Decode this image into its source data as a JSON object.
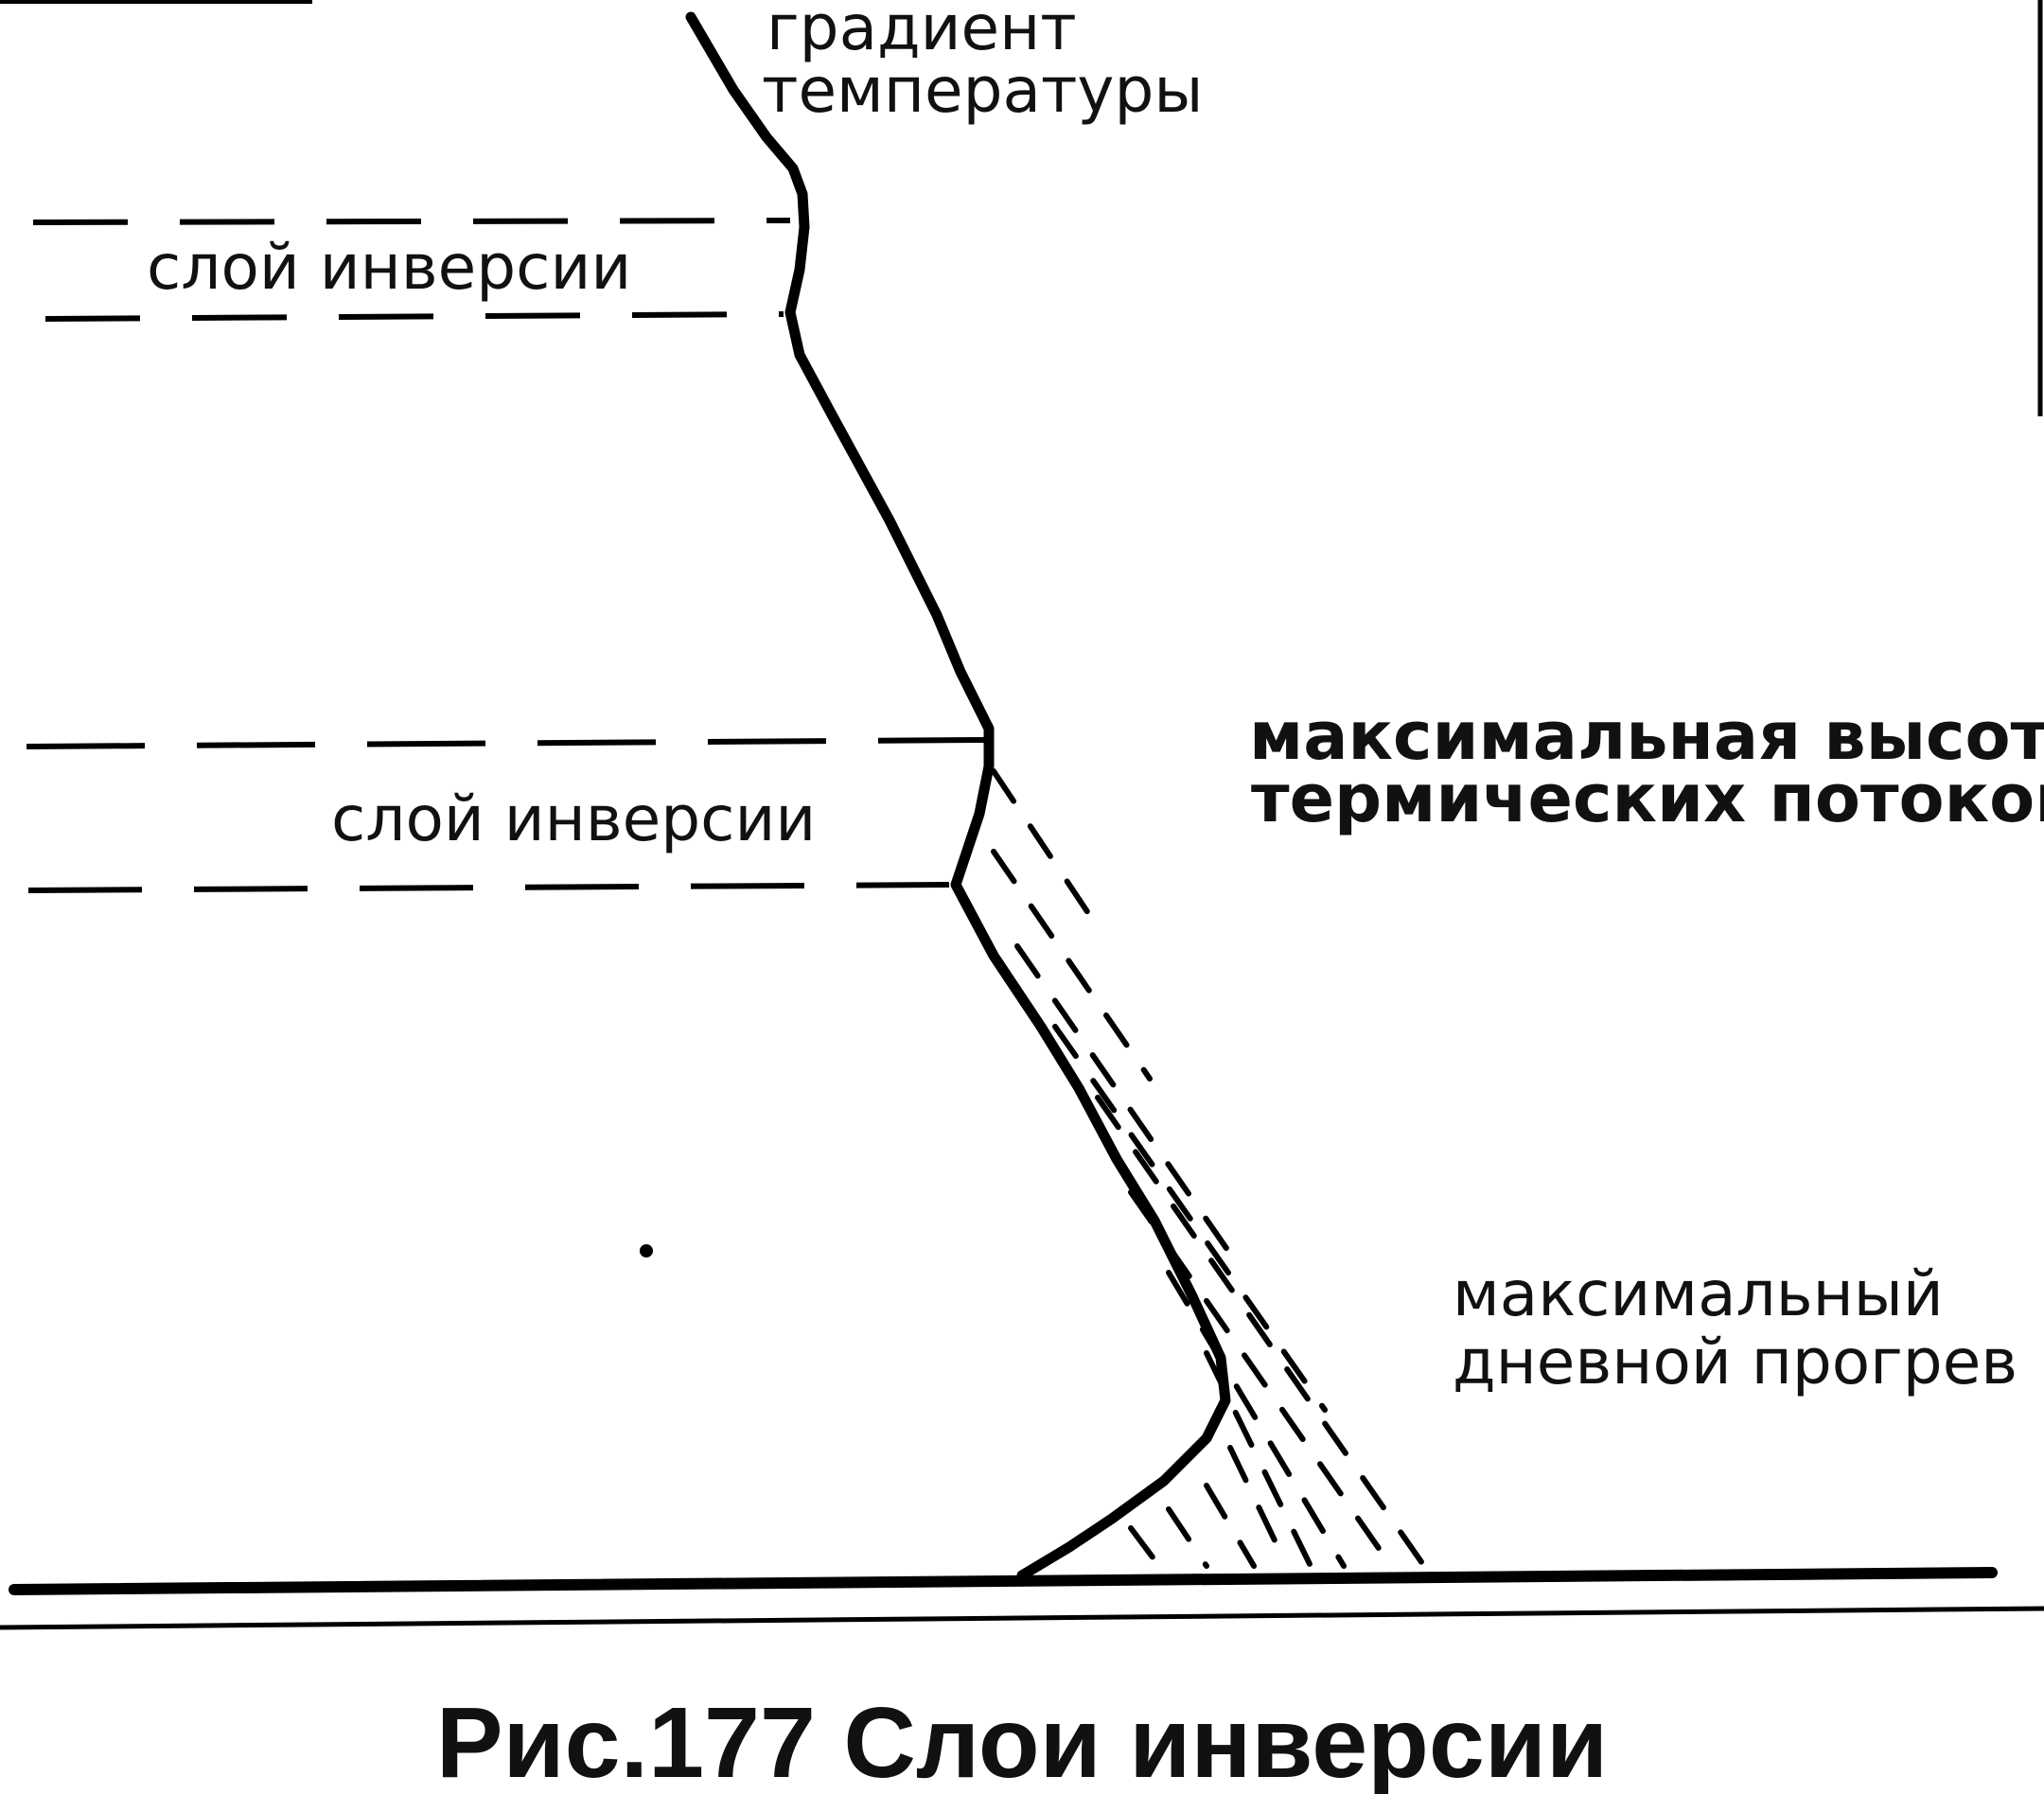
{
  "labels": {
    "gradient_line1": "градиент",
    "gradient_line2": "температуры",
    "inversion_upper": "слой инверсии",
    "inversion_lower": "слой инверсии",
    "thermal_line1": "максимальная высота",
    "thermal_line2": "термических потоков",
    "heating_line1": "максимальный",
    "heating_line2": "дневной прогрев"
  },
  "caption": "Рис.177 Слои инверсии"
}
